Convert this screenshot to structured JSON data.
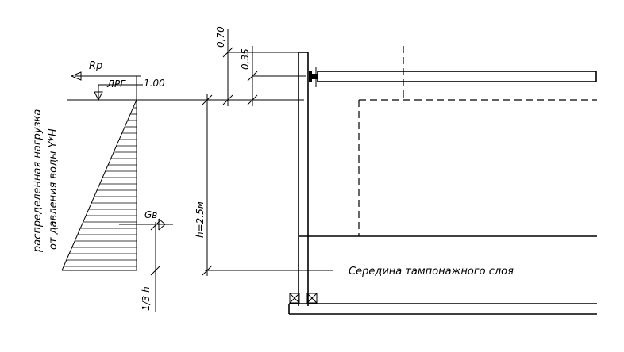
{
  "labels": {
    "rp": "Rp",
    "lrg": "ЛРГ",
    "level": "1.00",
    "gv": "Gв",
    "dim_070": "0,70",
    "dim_035": "0,35",
    "dim_h": "h=2.5м",
    "dim_third": "1/3 h",
    "mid_layer": "Середина тампонажного слоя",
    "load_line1": "распределенная нагрузка",
    "load_line2": "от давления воды Y*H"
  }
}
